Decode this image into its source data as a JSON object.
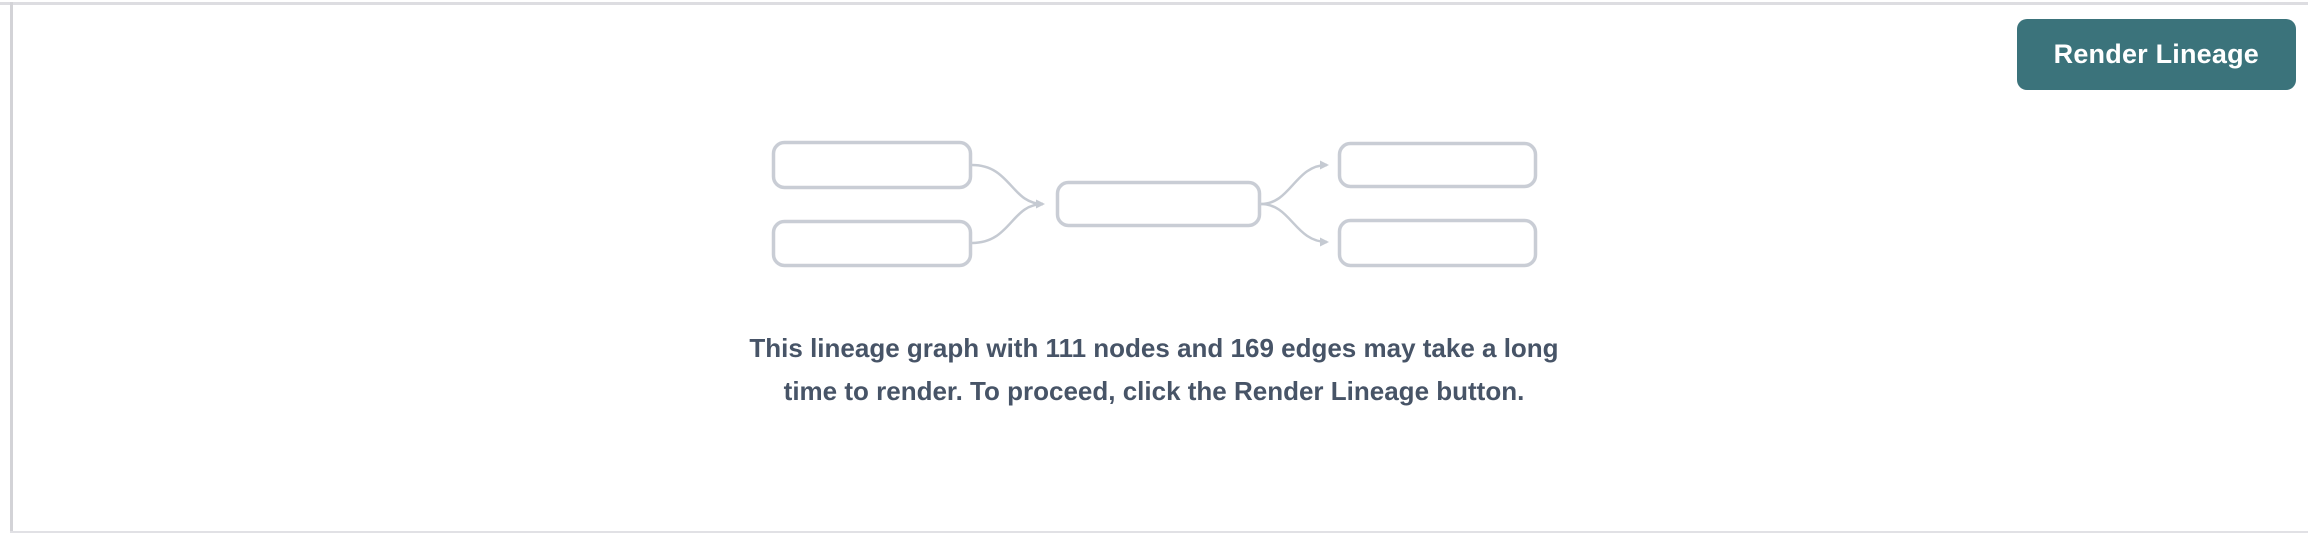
{
  "header": {
    "render_button_label": "Render Lineage"
  },
  "empty_state": {
    "message": "This lineage graph with 111 nodes and 169 edges may take a long time to render. To proceed, click the Render Lineage button.",
    "node_count": "111",
    "edge_count": "169",
    "graphic": "lineage-placeholder-diagram"
  },
  "colors": {
    "accent_teal": "#3b737b",
    "button_text": "#ffffff",
    "message_text": "#475467",
    "placeholder_stroke": "#c9cdd5",
    "divider_gray": "#dddde1"
  }
}
